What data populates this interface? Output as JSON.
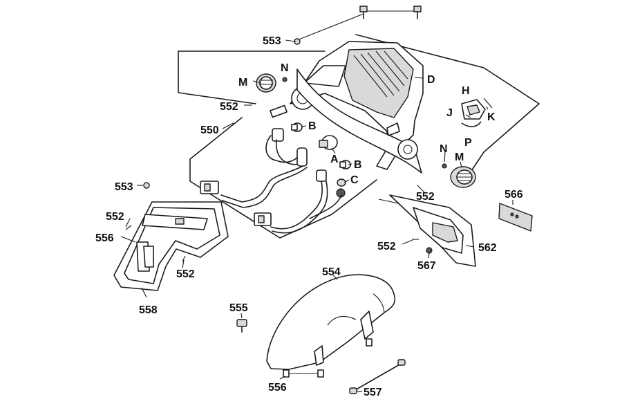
{
  "labels": {
    "l553a": "553",
    "l553b": "553",
    "lM1": "M",
    "lN1": "N",
    "lD": "D",
    "lH": "H",
    "lK": "K",
    "lJ": "J",
    "lP": "P",
    "l552a": "552",
    "l550": "550",
    "lB1": "B",
    "lA": "A",
    "lB2": "B",
    "lC": "C",
    "lN2": "N",
    "lM2": "M",
    "l552b": "552",
    "l566": "566",
    "l552c": "552",
    "l556a": "556",
    "l552d": "552",
    "l558": "558",
    "l552e": "552",
    "l562": "562",
    "l567": "567",
    "l554": "554",
    "l555": "555",
    "l556b": "556",
    "l557": "557"
  }
}
